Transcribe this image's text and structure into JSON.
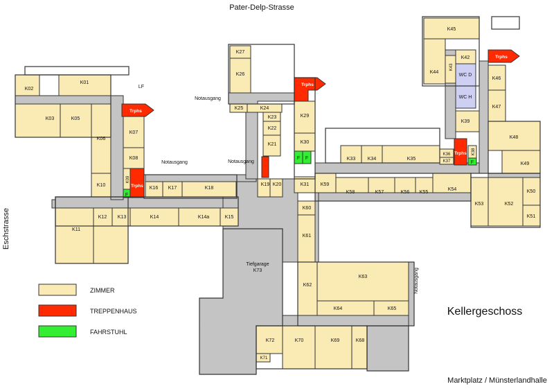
{
  "map": {
    "title": "Kellergeschoss",
    "streets": {
      "north": "Pater-Delp-Strasse",
      "west": "Eschstrasse",
      "south": "Marktplatz / Münsterlandhalle"
    },
    "garage": {
      "name": "Tiefgarage",
      "id": "K73"
    },
    "labels": {
      "notausgang": "Notausgang",
      "lf": "LF",
      "stairs": "Trphs",
      "lift": "F"
    },
    "legend": [
      {
        "label": "ZIMMER",
        "color": "#faeab4"
      },
      {
        "label": "TREPPENHAUS",
        "color": "#ff2a00"
      },
      {
        "label": "FAHRSTUHL",
        "color": "#33ee33"
      }
    ],
    "colors": {
      "room": "#faeab4",
      "stairs": "#ff2a00",
      "lift": "#33ee33",
      "wc": "#cdd0f2",
      "corridor": "#c4c4c4"
    },
    "rooms": [
      "K01",
      "K02",
      "K03",
      "K05",
      "K06",
      "K07",
      "K08",
      "K09",
      "K10",
      "K11",
      "K12",
      "K13",
      "K14",
      "K14a",
      "K15",
      "K16",
      "K17",
      "K18",
      "K19",
      "K20",
      "K21",
      "K22",
      "K23",
      "K24",
      "K25",
      "K26",
      "K27",
      "K29",
      "K30",
      "K31",
      "K33",
      "K34",
      "K35",
      "K36",
      "K37",
      "K38",
      "K39",
      "K42",
      "K43",
      "K44",
      "K45",
      "K46",
      "K47",
      "K48",
      "K49",
      "K50",
      "K51",
      "K52",
      "K53",
      "K54",
      "K55",
      "K56",
      "K57",
      "K58",
      "K59",
      "K60",
      "K61",
      "K62",
      "K63",
      "K64",
      "K65",
      "K68",
      "K69",
      "K70",
      "K71",
      "K72"
    ],
    "wc": [
      "WC D",
      "WC H"
    ]
  }
}
